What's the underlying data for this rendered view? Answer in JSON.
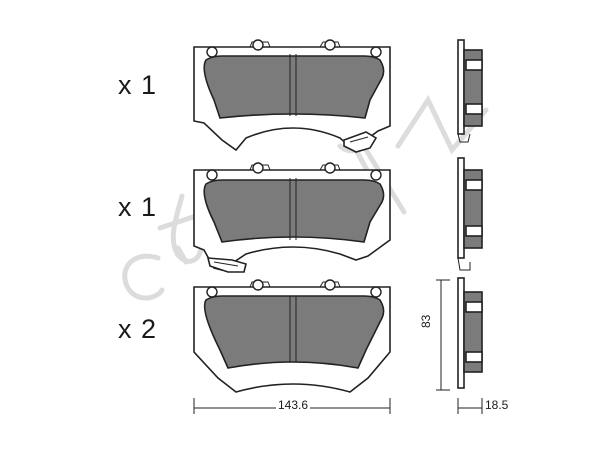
{
  "diagram": {
    "quantities": [
      {
        "label": "x 1"
      },
      {
        "label": "x 1"
      },
      {
        "label": "x 2"
      }
    ],
    "dimensions": {
      "width": "143.6",
      "height": "83",
      "thickness": "18.5"
    },
    "watermark": "cifam",
    "colors": {
      "friction": "#7b7b7b",
      "plate": "#ffffff",
      "outline": "#222222",
      "watermark": "#dcdcdc"
    }
  }
}
